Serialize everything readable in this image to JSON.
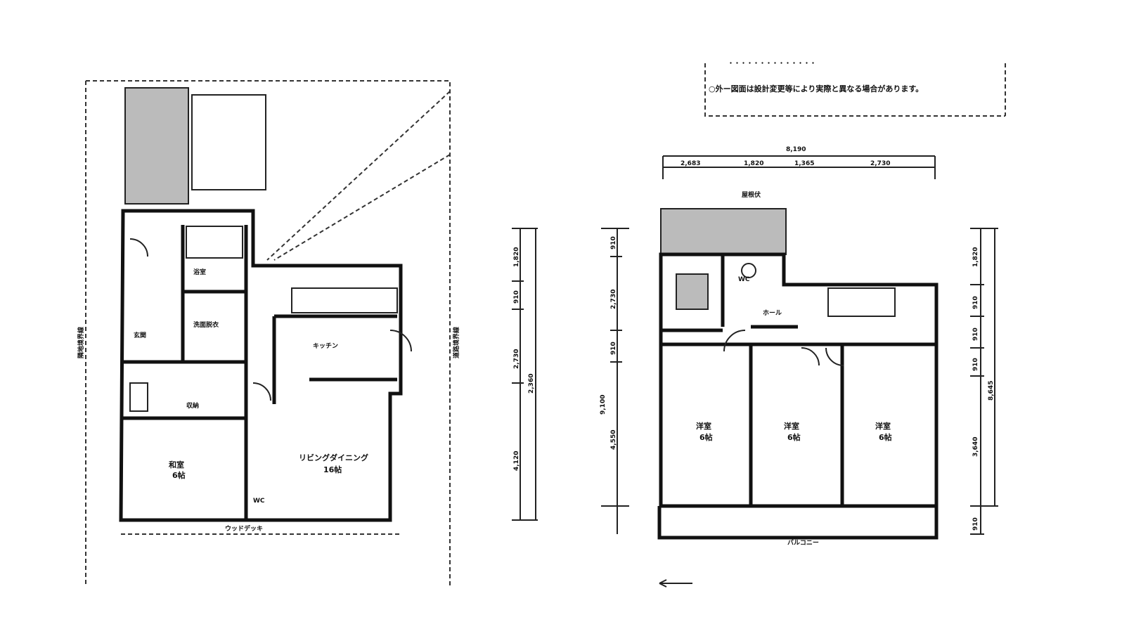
{
  "notes": {
    "line1": "・・・・・・・・・・・・・・",
    "line2": "○外ー図面は設計変更等により実際と異なる場合があります。"
  },
  "first_floor": {
    "rooms": [
      {
        "name": "和室",
        "size": "6帖"
      },
      {
        "name": "リビングダイニング",
        "size": "16帖"
      },
      {
        "name": "洗面脱衣",
        "size": ""
      },
      {
        "name": "浴室",
        "size": ""
      },
      {
        "name": "キッチン",
        "size": ""
      },
      {
        "name": "玄関",
        "size": ""
      },
      {
        "name": "WC",
        "size": ""
      },
      {
        "name": "収納",
        "size": ""
      }
    ],
    "side_labels": [
      "隣地境界線",
      "道路境界線"
    ],
    "bottom_label": "ウッドデッキ"
  },
  "second_floor": {
    "rooms": [
      {
        "name": "洋室",
        "size": "6帖"
      },
      {
        "name": "洋室",
        "size": "6帖"
      },
      {
        "name": "洋室",
        "size": "6帖"
      },
      {
        "name": "ホール",
        "size": ""
      },
      {
        "name": "WC",
        "size": ""
      }
    ],
    "bottom_label": "バルコニー",
    "top_label": "屋根伏"
  },
  "dimensions": {
    "top_total": "8,190",
    "top_parts": [
      "2,683",
      "1,820",
      "1,365",
      "2,730"
    ],
    "left_column": [
      "1,820",
      "910",
      "2,730",
      "4,120"
    ],
    "left_column_total": "2,360",
    "second_left_total": "9,100",
    "second_left_parts": [
      "910",
      "2,730",
      "910",
      "4,550"
    ],
    "right_column": [
      "1,820",
      "910",
      "910",
      "910",
      "3,640",
      "910"
    ],
    "right_total": "8,645"
  }
}
